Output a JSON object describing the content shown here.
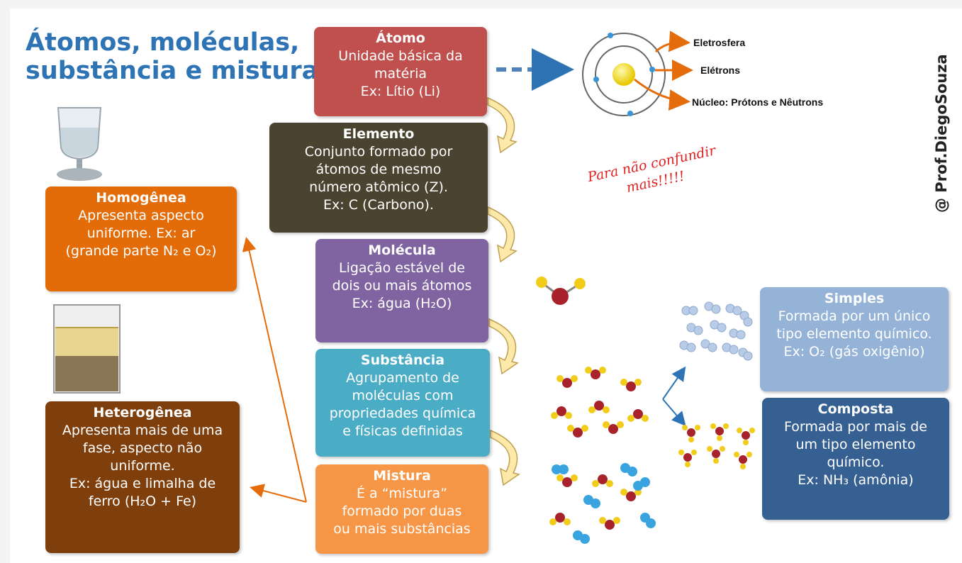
{
  "title": {
    "line1": "Átomos, moléculas,",
    "line2": "substância e mistura"
  },
  "author": "@ Prof.DiegoSouza",
  "note": {
    "line1": "Para não confundir",
    "line2": "mais!!!!!"
  },
  "atom_labels": {
    "eletrosfera": "Eletrosfera",
    "eletrons": "Elétrons",
    "nucleo": "Núcleo: Prótons e Nêutrons"
  },
  "boxes": {
    "atomo": {
      "title": "Átomo",
      "lines": [
        "Unidade básica da",
        "matéria",
        "Ex: Lítio (Li)"
      ]
    },
    "elemento": {
      "title": "Elemento",
      "lines": [
        "Conjunto formado por",
        "átomos de mesmo",
        "número atômico (Z).",
        "Ex: C (Carbono)."
      ]
    },
    "molecula": {
      "title": "Molécula",
      "lines": [
        "Ligação estável de",
        "dois ou mais átomos",
        "Ex: água (H₂O)"
      ]
    },
    "substancia": {
      "title": "Substância",
      "lines": [
        "Agrupamento de",
        "moléculas com",
        "propriedades química",
        "e físicas definidas"
      ]
    },
    "mistura": {
      "title": "Mistura",
      "lines": [
        "É a “mistura”",
        "formado por duas",
        "ou mais substâncias"
      ]
    },
    "homogenea": {
      "title": "Homogênea",
      "lines": [
        "Apresenta aspecto",
        "uniforme. Ex: ar",
        "(grande parte N₂ e O₂)"
      ]
    },
    "heterogenea": {
      "title": "Heterogênea",
      "lines": [
        "Apresenta mais de  uma",
        "fase, aspecto não",
        "uniforme.",
        "Ex: água e limalha de",
        "ferro (H₂O + Fe)"
      ]
    },
    "simples": {
      "title": "Simples",
      "lines": [
        "Formada por um único",
        "tipo elemento químico.",
        "Ex: O₂ (gás oxigênio)"
      ]
    },
    "composta": {
      "title": "Composta",
      "lines": [
        "Formada por mais de",
        "um tipo elemento",
        "químico.",
        "Ex: NH₃ (amônia)"
      ]
    }
  },
  "colors": {
    "title": "#2e74b5",
    "atomo": "#c0504d",
    "elemento": "#4a4330",
    "molecula": "#8064a2",
    "substancia": "#4bacc6",
    "mistura": "#f79646",
    "homogenea": "#e36c09",
    "heterogenea": "#7f3f0c",
    "simples": "#95b3d7",
    "composta": "#366092",
    "arrow": "#e46c0a"
  }
}
